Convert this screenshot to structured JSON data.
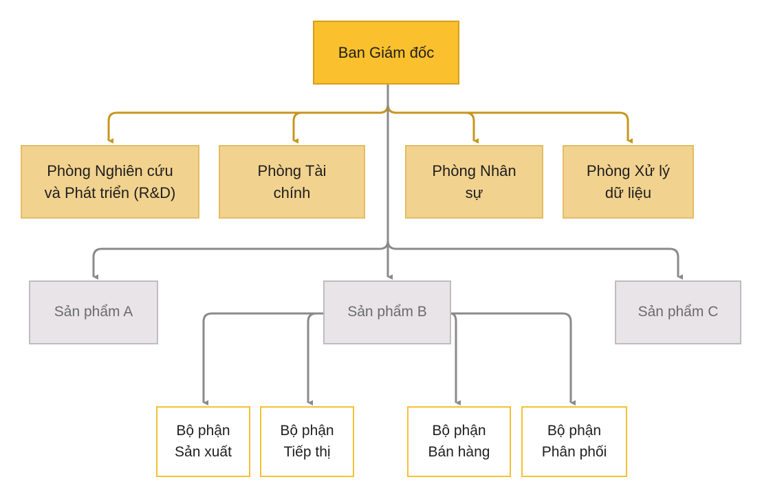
{
  "colors": {
    "gold_line": "#c8961e",
    "gray_line": "#8a8a8a"
  },
  "root": {
    "label": "Ban Giám đốc"
  },
  "departments": [
    {
      "label": "Phòng Nghiên cứu\nvà Phát triển (R&D)"
    },
    {
      "label": "Phòng Tài\nchính"
    },
    {
      "label": "Phòng Nhân\nsự"
    },
    {
      "label": "Phòng Xử lý\ndữ liệu"
    }
  ],
  "products": [
    {
      "label": "Sản phẩm A"
    },
    {
      "label": "Sản phẩm B"
    },
    {
      "label": "Sản phẩm C"
    }
  ],
  "units": [
    {
      "label": "Bộ phận\nSản xuất"
    },
    {
      "label": "Bộ phận\nTiếp thị"
    },
    {
      "label": "Bộ phận\nBán hàng"
    },
    {
      "label": "Bộ phận\nPhân phối"
    }
  ]
}
